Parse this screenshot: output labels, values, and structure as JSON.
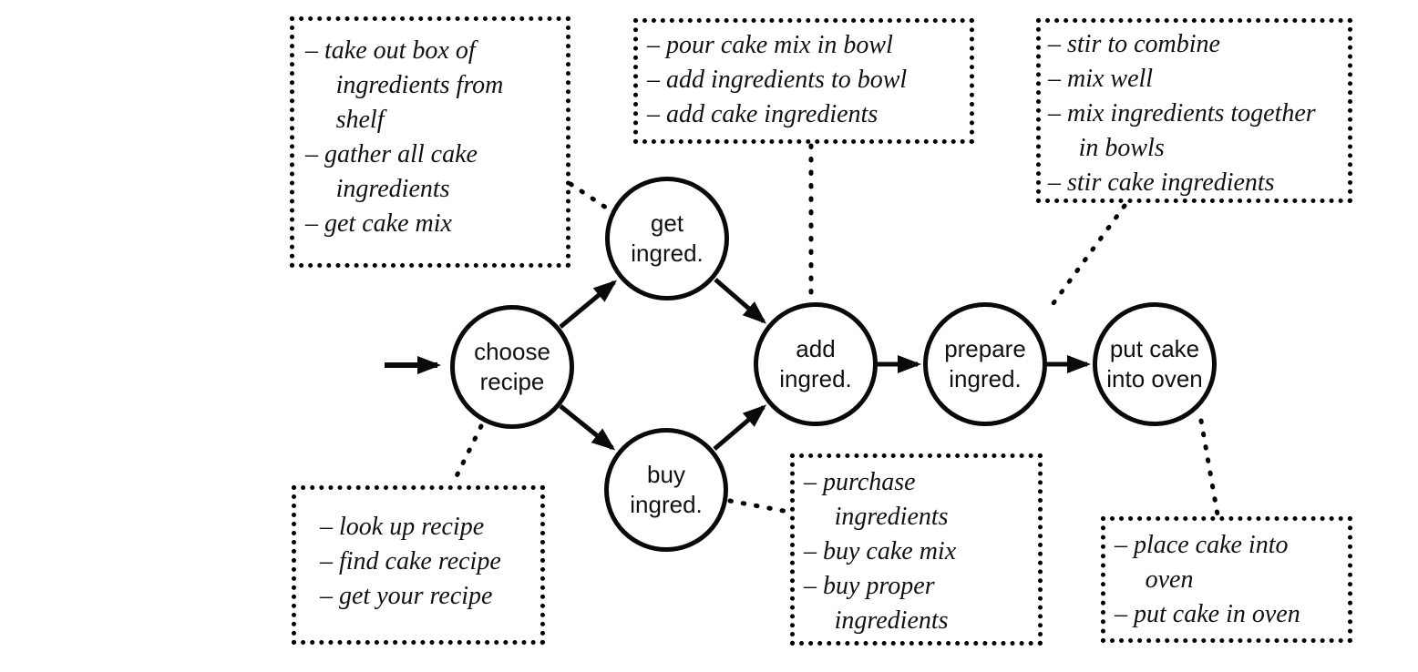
{
  "diagram": {
    "background_color": "#ffffff",
    "line_color": "#000000",
    "text_color": "#111111",
    "nodes": [
      {
        "id": "choose-recipe",
        "label": "choose recipe"
      },
      {
        "id": "get-ingred",
        "label": "get ingred."
      },
      {
        "id": "buy-ingred",
        "label": "buy ingred."
      },
      {
        "id": "add-ingred",
        "label": "add ingred."
      },
      {
        "id": "prepare-ingred",
        "label": "prepare ingred."
      },
      {
        "id": "put-cake-into-oven",
        "label": "put cake into oven"
      }
    ],
    "edges": [
      {
        "from": "start",
        "to": "choose-recipe"
      },
      {
        "from": "choose-recipe",
        "to": "get-ingred"
      },
      {
        "from": "choose-recipe",
        "to": "buy-ingred"
      },
      {
        "from": "get-ingred",
        "to": "add-ingred"
      },
      {
        "from": "buy-ingred",
        "to": "add-ingred"
      },
      {
        "from": "add-ingred",
        "to": "prepare-ingred"
      },
      {
        "from": "prepare-ingred",
        "to": "put-cake-into-oven"
      }
    ],
    "annotations": [
      {
        "id": "top-left",
        "connects_to": "get-ingred",
        "items": [
          "– take out box of ingredients from shelf",
          "– gather all cake ingredients",
          "– get cake mix"
        ]
      },
      {
        "id": "top-middle",
        "connects_to": "add-ingred",
        "items": [
          "– pour cake mix in bowl",
          "– add ingredients to bowl",
          "– add cake ingredients"
        ]
      },
      {
        "id": "top-right",
        "connects_to": "prepare-ingred",
        "items": [
          "– stir to combine",
          "– mix well",
          "– mix ingredients together in bowls",
          "– stir cake ingredients"
        ]
      },
      {
        "id": "bottom-left",
        "connects_to": "choose-recipe",
        "items": [
          "– look up recipe",
          "– find cake recipe",
          "– get your recipe"
        ]
      },
      {
        "id": "bottom-middle",
        "connects_to": "buy-ingred",
        "items": [
          "– purchase ingredients",
          "– buy cake mix",
          "– buy proper ingredients"
        ]
      },
      {
        "id": "bottom-right",
        "connects_to": "put-cake-into-oven",
        "items": [
          "– place cake into oven",
          "– put cake in oven"
        ]
      }
    ]
  }
}
